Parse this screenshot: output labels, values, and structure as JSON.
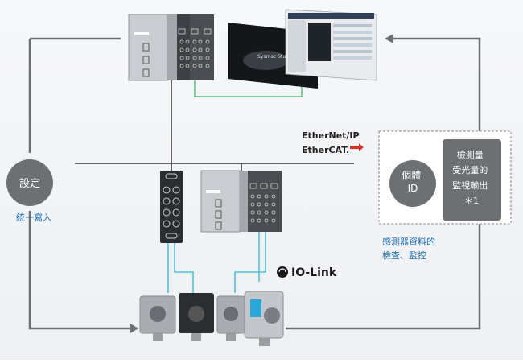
{
  "settings_node": {
    "label": "設定"
  },
  "batch_write_label": "統一寫入",
  "ethernet_ip_logo": "EtherNet/IP",
  "ethercat_logo": "EtherCAT.",
  "io_link_logo": "IO-Link",
  "studio_screen_text": "Sysmac Studio",
  "id_box": {
    "label": "個體\nID"
  },
  "monitor_box": {
    "label": "檢測量\n受光量的\n監視輸出\n＊1"
  },
  "check_monitor_label": "感測器資料的\n檢查、監控",
  "colors": {
    "flow_line": "#6d7073",
    "network_line": "#333333",
    "io_link_line": "#4fc3d9",
    "green_line": "#5cbf7a",
    "label_blue": "#1b6fb3",
    "node_fill": "#6d7073",
    "dashed_border": "#8a8d91"
  }
}
